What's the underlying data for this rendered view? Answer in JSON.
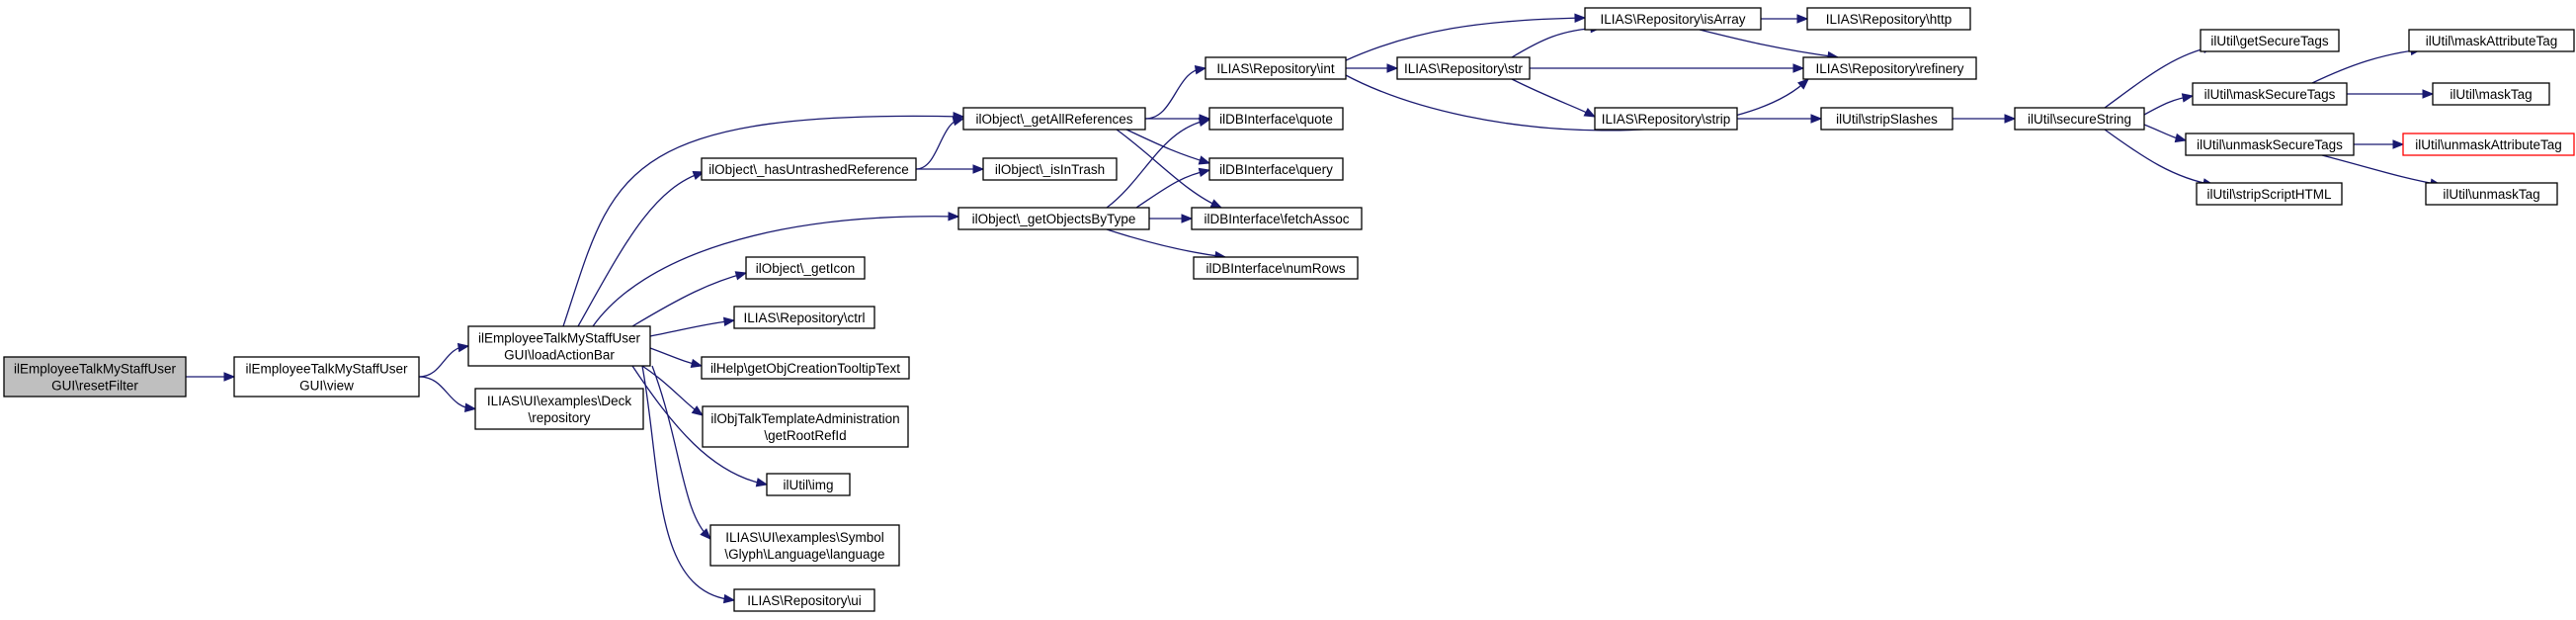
{
  "graph": {
    "colors": {
      "edge": "#191970",
      "root_fill": "#bfbfbf",
      "node_fill": "#ffffff",
      "node_border": "#000000",
      "truncated_border": "#ff0000"
    },
    "nodes": [
      {
        "id": "resetFilter",
        "lines": [
          "ilEmployeeTalkMyStaffUser",
          "GUI\\resetFilter"
        ],
        "root": true
      },
      {
        "id": "view",
        "lines": [
          "ilEmployeeTalkMyStaffUser",
          "GUI\\view"
        ]
      },
      {
        "id": "loadActionBar",
        "lines": [
          "ilEmployeeTalkMyStaffUser",
          "GUI\\loadActionBar"
        ]
      },
      {
        "id": "deckRepo",
        "lines": [
          "ILIAS\\UI\\examples\\Deck",
          "\\repository"
        ]
      },
      {
        "id": "getAllReferences",
        "lines": [
          "ilObject\\_getAllReferences"
        ]
      },
      {
        "id": "hasUntrashed",
        "lines": [
          "ilObject\\_hasUntrashedReference"
        ]
      },
      {
        "id": "getObjectsByType",
        "lines": [
          "ilObject\\_getObjectsByType"
        ]
      },
      {
        "id": "getIcon",
        "lines": [
          "ilObject\\_getIcon"
        ]
      },
      {
        "id": "repoCtrl",
        "lines": [
          "ILIAS\\Repository\\ctrl"
        ]
      },
      {
        "id": "tooltip",
        "lines": [
          "ilHelp\\getObjCreationTooltipText"
        ]
      },
      {
        "id": "rootRef",
        "lines": [
          "ilObjTalkTemplateAdministration",
          "\\getRootRefId"
        ]
      },
      {
        "id": "utilImg",
        "lines": [
          "ilUtil\\img"
        ]
      },
      {
        "id": "glyph",
        "lines": [
          "ILIAS\\UI\\examples\\Symbol",
          "\\Glyph\\Language\\language"
        ]
      },
      {
        "id": "repoUi",
        "lines": [
          "ILIAS\\Repository\\ui"
        ]
      },
      {
        "id": "repoInt",
        "lines": [
          "ILIAS\\Repository\\int"
        ]
      },
      {
        "id": "isInTrash",
        "lines": [
          "ilObject\\_isInTrash"
        ]
      },
      {
        "id": "dbQuote",
        "lines": [
          "ilDBInterface\\quote"
        ]
      },
      {
        "id": "dbQuery",
        "lines": [
          "ilDBInterface\\query"
        ]
      },
      {
        "id": "dbFetch",
        "lines": [
          "ilDBInterface\\fetchAssoc"
        ]
      },
      {
        "id": "dbNumRows",
        "lines": [
          "ilDBInterface\\numRows"
        ]
      },
      {
        "id": "repoStr",
        "lines": [
          "ILIAS\\Repository\\str"
        ]
      },
      {
        "id": "isArray",
        "lines": [
          "ILIAS\\Repository\\isArray"
        ]
      },
      {
        "id": "repoStrip",
        "lines": [
          "ILIAS\\Repository\\strip"
        ]
      },
      {
        "id": "refinery",
        "lines": [
          "ILIAS\\Repository\\refinery"
        ]
      },
      {
        "id": "repoHttp",
        "lines": [
          "ILIAS\\Repository\\http"
        ]
      },
      {
        "id": "stripSlashes",
        "lines": [
          "ilUtil\\stripSlashes"
        ]
      },
      {
        "id": "secureString",
        "lines": [
          "ilUtil\\secureString"
        ]
      },
      {
        "id": "getSecureTags",
        "lines": [
          "ilUtil\\getSecureTags"
        ]
      },
      {
        "id": "maskSecureTags",
        "lines": [
          "ilUtil\\maskSecureTags"
        ]
      },
      {
        "id": "unmaskSecureTags",
        "lines": [
          "ilUtil\\unmaskSecureTags"
        ]
      },
      {
        "id": "stripScriptHTML",
        "lines": [
          "ilUtil\\stripScriptHTML"
        ]
      },
      {
        "id": "maskAttributeTag",
        "lines": [
          "ilUtil\\maskAttributeTag"
        ]
      },
      {
        "id": "maskTag",
        "lines": [
          "ilUtil\\maskTag"
        ]
      },
      {
        "id": "unmaskAttributeTag",
        "lines": [
          "ilUtil\\unmaskAttributeTag"
        ],
        "truncated": true
      },
      {
        "id": "unmaskTag",
        "lines": [
          "ilUtil\\unmaskTag"
        ]
      }
    ],
    "edges": [
      [
        "resetFilter",
        "view"
      ],
      [
        "view",
        "loadActionBar"
      ],
      [
        "view",
        "deckRepo"
      ],
      [
        "loadActionBar",
        "getAllReferences"
      ],
      [
        "loadActionBar",
        "hasUntrashed"
      ],
      [
        "loadActionBar",
        "getObjectsByType"
      ],
      [
        "loadActionBar",
        "getIcon"
      ],
      [
        "loadActionBar",
        "repoCtrl"
      ],
      [
        "loadActionBar",
        "tooltip"
      ],
      [
        "loadActionBar",
        "rootRef"
      ],
      [
        "loadActionBar",
        "utilImg"
      ],
      [
        "loadActionBar",
        "glyph"
      ],
      [
        "loadActionBar",
        "repoUi"
      ],
      [
        "hasUntrashed",
        "getAllReferences"
      ],
      [
        "hasUntrashed",
        "isInTrash"
      ],
      [
        "getAllReferences",
        "repoInt"
      ],
      [
        "getAllReferences",
        "dbQuote"
      ],
      [
        "getAllReferences",
        "dbQuery"
      ],
      [
        "getAllReferences",
        "dbFetch"
      ],
      [
        "getObjectsByType",
        "dbQuote"
      ],
      [
        "getObjectsByType",
        "dbQuery"
      ],
      [
        "getObjectsByType",
        "dbFetch"
      ],
      [
        "getObjectsByType",
        "dbNumRows"
      ],
      [
        "repoInt",
        "isArray"
      ],
      [
        "repoInt",
        "repoStr"
      ],
      [
        "repoInt",
        "refinery"
      ],
      [
        "repoStr",
        "isArray"
      ],
      [
        "repoStr",
        "refinery"
      ],
      [
        "repoStr",
        "repoStrip"
      ],
      [
        "isArray",
        "repoHttp"
      ],
      [
        "isArray",
        "refinery"
      ],
      [
        "repoStrip",
        "stripSlashes"
      ],
      [
        "stripSlashes",
        "secureString"
      ],
      [
        "secureString",
        "getSecureTags"
      ],
      [
        "secureString",
        "maskSecureTags"
      ],
      [
        "secureString",
        "unmaskSecureTags"
      ],
      [
        "secureString",
        "stripScriptHTML"
      ],
      [
        "maskSecureTags",
        "maskAttributeTag"
      ],
      [
        "maskSecureTags",
        "maskTag"
      ],
      [
        "unmaskSecureTags",
        "unmaskAttributeTag"
      ],
      [
        "unmaskSecureTags",
        "unmaskTag"
      ]
    ]
  }
}
